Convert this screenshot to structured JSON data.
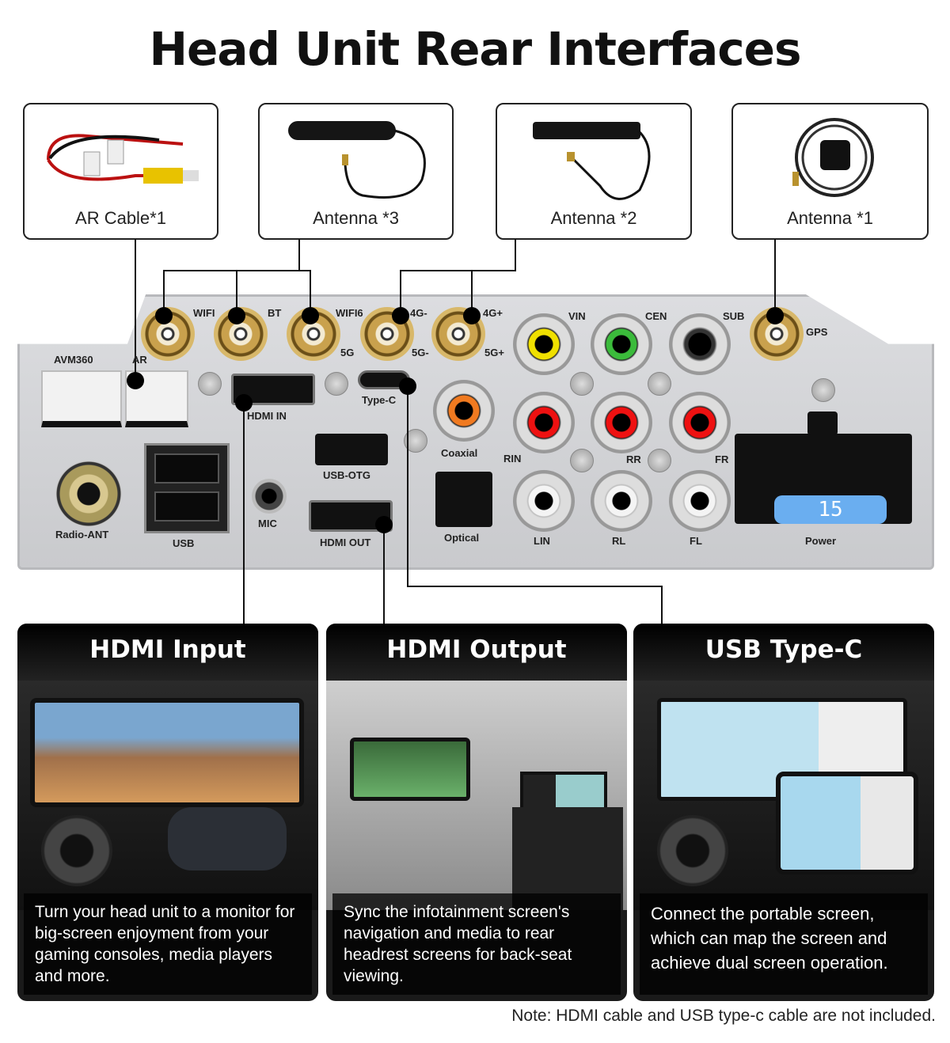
{
  "title": "Head Unit Rear Interfaces",
  "accessories": [
    "AR Cable*1",
    "Antenna *3",
    "Antenna *2",
    "Antenna *1"
  ],
  "ports": {
    "wifi": "WIFI",
    "bt": "BT",
    "wifi6": "WIFI6",
    "g5a": "5G",
    "g4m": "4G-",
    "g5m": "5G-",
    "g4p": "4G+",
    "g5p": "5G+",
    "vin": "VIN",
    "cen": "CEN",
    "sub": "SUB",
    "gps": "GPS",
    "avm": "AVM360",
    "ar": "AR",
    "hdmi_in": "HDMI  IN",
    "typec": "Type-C",
    "coaxial": "Coaxial",
    "usb_otg": "USB-OTG",
    "radio": "Radio-ANT",
    "usb": "USB",
    "mic": "MIC",
    "hdmi_out": "HDMI  OUT",
    "optical": "Optical",
    "rin": "RIN",
    "rr": "RR",
    "fr": "FR",
    "lin": "LIN",
    "rl": "RL",
    "fl": "FL",
    "power": "Power",
    "fuse": "15"
  },
  "cards": [
    {
      "title": "HDMI Input",
      "caption": "Turn your head unit to a monitor for big-screen enjoyment from your gaming consoles, media players and more."
    },
    {
      "title": "HDMI Output",
      "caption": "Sync the infotainment screen's navigation and media to rear headrest screens for back-seat viewing."
    },
    {
      "title": "USB Type-C",
      "caption": "Connect the portable screen, which can map the screen and achieve dual screen operation."
    }
  ],
  "note": "Note: HDMI cable and USB type-c cable are not included."
}
